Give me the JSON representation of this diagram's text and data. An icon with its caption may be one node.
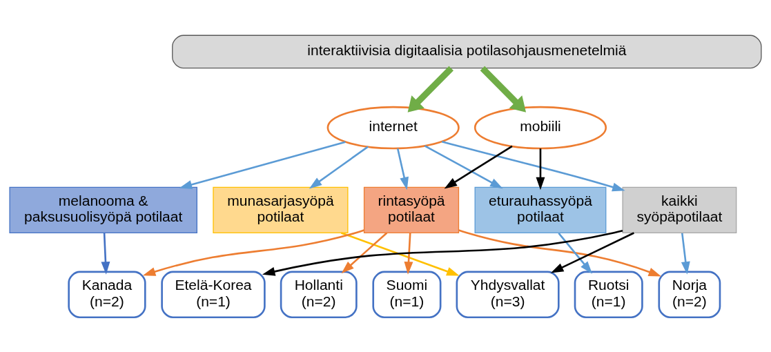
{
  "diagram": {
    "nodes": [
      {
        "text": [
          "interaktiivisia digitaalisia potilasohjausmenetelmiä"
        ]
      },
      {
        "text": [
          "internet"
        ]
      },
      {
        "text": [
          "mobiili"
        ]
      },
      {
        "text": [
          "melanooma & paksusuolisyöpä potilaat"
        ]
      },
      {
        "text": [
          "munasarjasyöpä potilaat"
        ]
      },
      {
        "text": [
          "rintasyöpä potilaat"
        ]
      },
      {
        "text": [
          "eturauhassyöpä potilaat"
        ]
      },
      {
        "text": [
          "kaikki syöpäpotilaat"
        ]
      },
      {
        "text": [
          "Kanada (n=2)"
        ]
      },
      {
        "text": [
          "Etelä-Korea (n=1)"
        ]
      },
      {
        "text": [
          "Hollanti (n=2)"
        ]
      },
      {
        "text": [
          "Suomi (n=1)"
        ]
      },
      {
        "text": [
          "Yhdysvallat (n=3)"
        ]
      },
      {
        "text": [
          "Ruotsi (n=1)"
        ]
      },
      {
        "text": [
          "Norja (n=2)"
        ]
      }
    ],
    "edges": [
      {
        "from": 0,
        "to": 1,
        "arrow": "to",
        "style": "thick",
        "color": "#70ad47"
      },
      {
        "from": 0,
        "to": 2,
        "arrow": "to",
        "style": "thick",
        "color": "#70ad47"
      },
      {
        "from": 1,
        "to": 3,
        "arrow": "to",
        "color": "#5b9bd5"
      },
      {
        "from": 1,
        "to": 4,
        "arrow": "to",
        "color": "#5b9bd5"
      },
      {
        "from": 1,
        "to": 5,
        "arrow": "to",
        "color": "#5b9bd5"
      },
      {
        "from": 1,
        "to": 6,
        "arrow": "to",
        "color": "#5b9bd5"
      },
      {
        "from": 1,
        "to": 7,
        "arrow": "to",
        "color": "#5b9bd5"
      },
      {
        "from": 2,
        "to": 5,
        "arrow": "to",
        "color": "#000000"
      },
      {
        "from": 2,
        "to": 6,
        "arrow": "to",
        "color": "#000000"
      },
      {
        "from": 3,
        "to": 8,
        "arrow": "to",
        "color": "#4472c4"
      },
      {
        "from": 4,
        "to": 12,
        "arrow": "to",
        "color": "#ffc000"
      },
      {
        "from": 5,
        "to": 8,
        "arrow": "to",
        "color": "#ed7d31"
      },
      {
        "from": 5,
        "to": 10,
        "arrow": "to",
        "color": "#ed7d31"
      },
      {
        "from": 5,
        "to": 11,
        "arrow": "to",
        "color": "#ed7d31"
      },
      {
        "from": 5,
        "to": 14,
        "arrow": "to",
        "color": "#ed7d31"
      },
      {
        "from": 6,
        "to": 13,
        "arrow": "to",
        "color": "#5b9bd5"
      },
      {
        "from": 7,
        "to": 9,
        "arrow": "to",
        "color": "#000000"
      },
      {
        "from": 7,
        "to": 12,
        "arrow": "to",
        "color": "#000000"
      },
      {
        "from": 7,
        "to": 14,
        "arrow": "to",
        "color": "#5b9bd5"
      }
    ]
  }
}
